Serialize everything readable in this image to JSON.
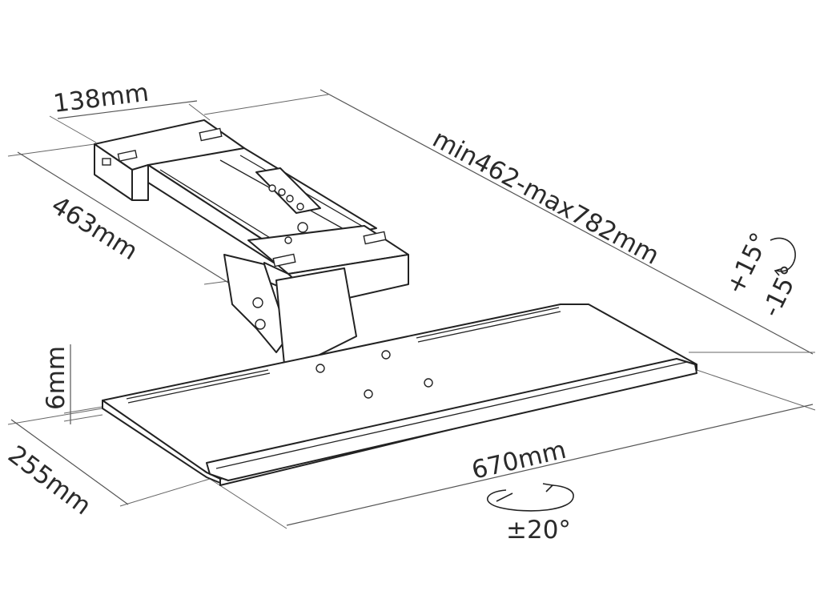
{
  "dimensions": {
    "width_138": "138mm",
    "depth_463": "463mm",
    "travel": "min462-max782mm",
    "tilt_plus": "+15°",
    "tilt_minus": "-15°",
    "thickness": "6mm",
    "tray_depth": "255mm",
    "tray_width": "670mm",
    "swivel": "±20°"
  }
}
